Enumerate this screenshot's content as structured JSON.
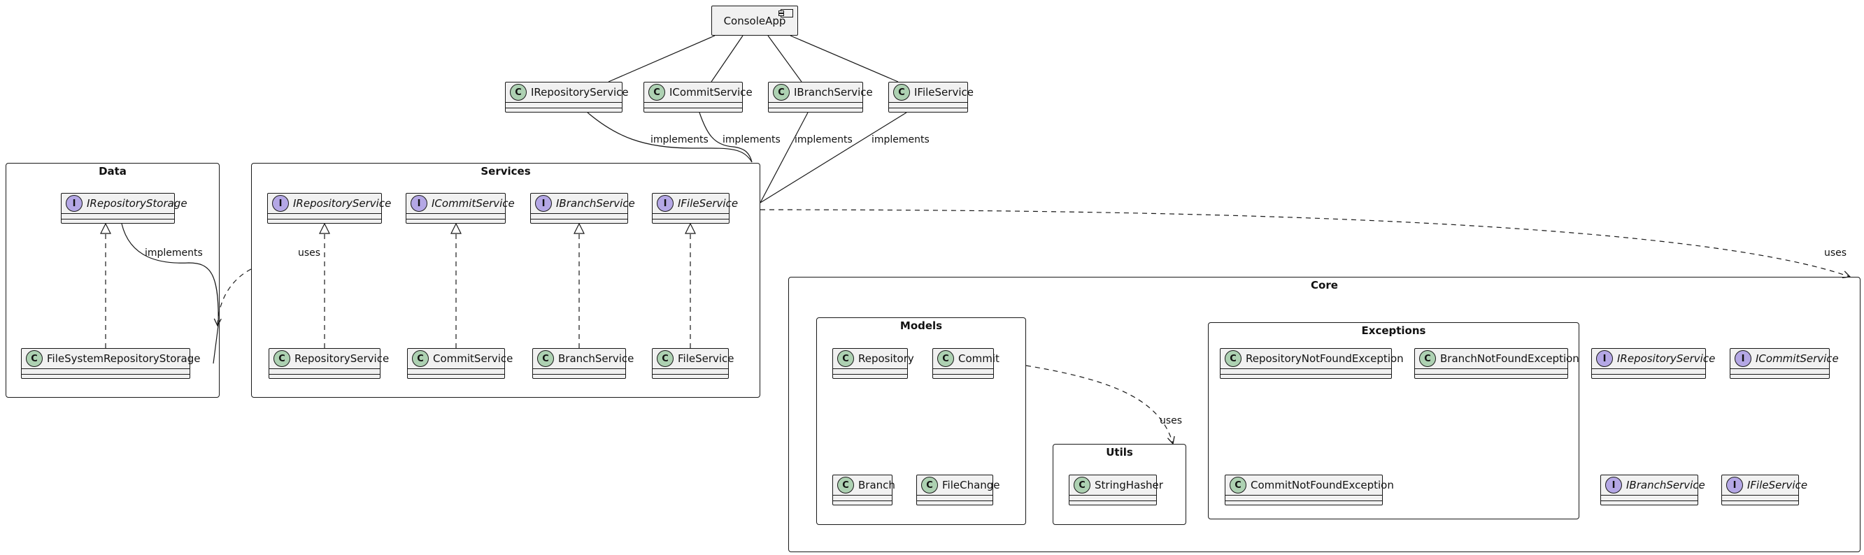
{
  "component": {
    "name": "ConsoleApp",
    "icon": "component-icon"
  },
  "top_classes": [
    "IRepositoryService",
    "ICommitService",
    "IBranchService",
    "IFileService"
  ],
  "packages": {
    "data": {
      "title": "Data",
      "interface": "IRepositoryStorage",
      "class": "FileSystemRepositoryStorage"
    },
    "services": {
      "title": "Services",
      "interfaces": [
        "IRepositoryService",
        "ICommitService",
        "IBranchService",
        "IFileService"
      ],
      "classes": [
        "RepositoryService",
        "CommitService",
        "BranchService",
        "FileService"
      ]
    },
    "core": {
      "title": "Core",
      "models": {
        "title": "Models",
        "classes": [
          "Repository",
          "Commit",
          "Branch",
          "FileChange"
        ]
      },
      "utils": {
        "title": "Utils",
        "classes": [
          "StringHasher"
        ]
      },
      "exceptions": {
        "title": "Exceptions",
        "classes": [
          "RepositoryNotFoundException",
          "BranchNotFoundException",
          "CommitNotFoundException"
        ]
      },
      "interfaces": [
        "IRepositoryService",
        "ICommitService",
        "IBranchService",
        "IFileService"
      ]
    }
  },
  "labels": {
    "implements": "implements",
    "uses": "uses",
    "class_glyph": "C",
    "interface_glyph": "I"
  },
  "colors": {
    "class_badge": "#add1b2",
    "interface_badge": "#b4a7e5",
    "element_fill": "#f1f1f1",
    "line": "#181818"
  }
}
